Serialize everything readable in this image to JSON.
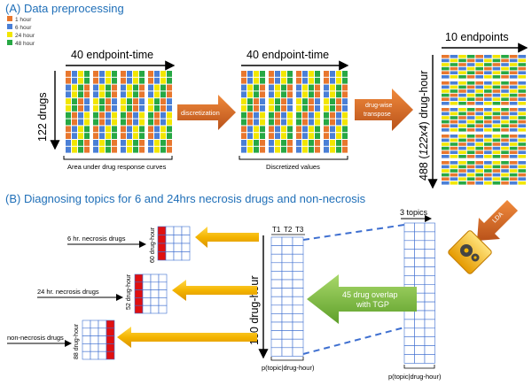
{
  "section_a": {
    "title": "(A) Data preprocessing",
    "legend": [
      {
        "label": "1 hour",
        "color": "#e8772e"
      },
      {
        "label": "6 hour",
        "color": "#4a7fd6"
      },
      {
        "label": "24 hour",
        "color": "#f2e600"
      },
      {
        "label": "48 hour",
        "color": "#27a844"
      }
    ],
    "grid1": {
      "top_label": "40 endpoint-time",
      "side_label": "122 drugs",
      "bottom_label": "Area under drug response  curves"
    },
    "arrow1_label": "discretization",
    "grid2": {
      "top_label": "40 endpoint-time",
      "bottom_label": "Discretized values"
    },
    "arrow2_label": "drug-wise transpose",
    "grid3": {
      "top_label": "10 endpoints",
      "side_label_a": "488 (",
      "side_label_b": "122x4",
      "side_label_c": ") drug-hour"
    }
  },
  "section_b": {
    "title": "(B) Diagnosing topics for 6 and 24hrs necrosis drugs and non-necrosis",
    "lda_label": "LDA",
    "topics_label": "3 topics",
    "topics_bottom_label": "p(topic|drug-hour)",
    "mid_topics": [
      "T1",
      "T2",
      "T3"
    ],
    "mid_side_label": "180 drug-hour",
    "mid_bottom_label": "p(topic|drug-hour)",
    "overlap_label_line1": "45 drug overlap",
    "overlap_label_line2": "with TGP",
    "groups": [
      {
        "input_label": "6 hr. necrosis drugs",
        "matrix_label": "60 drug-hour"
      },
      {
        "input_label": "24 hr. necrosis drugs",
        "matrix_label": "52 drug-hour"
      },
      {
        "input_label": "non-necrosis drugs",
        "matrix_label": "88 drug-hour"
      }
    ],
    "colors": {
      "grid_line": "#3e6fd0",
      "highlight": "#e01010",
      "arrow_gold": "#f4b400",
      "arrow_orange": "#d4641c",
      "arrow_green": "#7dbf3a"
    }
  }
}
